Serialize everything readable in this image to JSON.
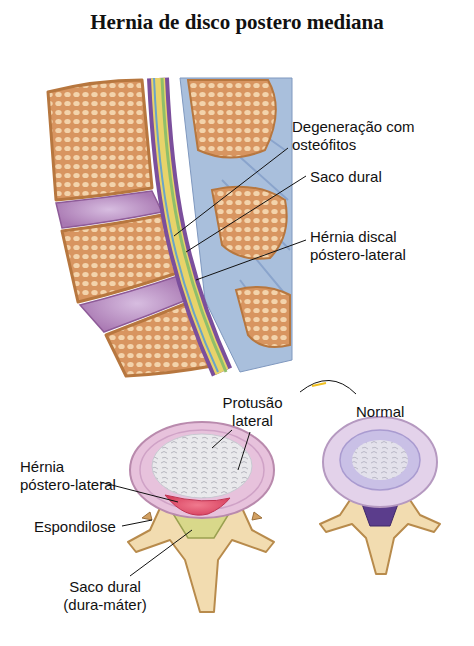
{
  "diagram": {
    "title": "Hernia de disco postero mediana",
    "labels": [
      "Degeneração com osteófitos",
      "Saco dural",
      "Hérnia discal póstero-lateral",
      "Protusão lateral",
      "Normal",
      "Hérnia póstero-lateral",
      "Espondilose",
      "Saco dural (dura-máter)"
    ]
  }
}
